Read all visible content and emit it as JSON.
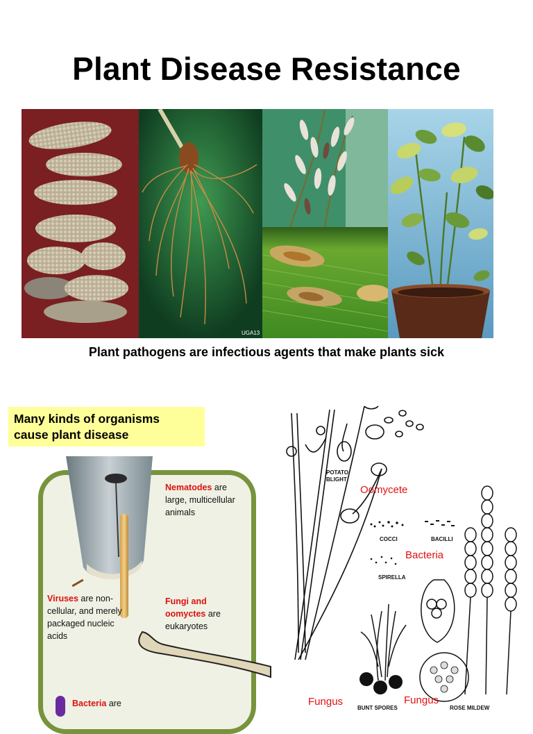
{
  "title": "Plant Disease Resistance",
  "caption": "Plant pathogens are infectious agents that make plants sick",
  "photo_watermark": "UGA13",
  "callout": {
    "line1": "Many kinds of organisms",
    "line2": "cause plant disease"
  },
  "notes": {
    "nematodes": {
      "highlight": "Nematodes",
      "rest": " are large, multicellular animals"
    },
    "viruses": {
      "highlight": "Viruses",
      "rest": " are non-cellular, and merely packaged nucleic acids"
    },
    "fungi": {
      "highlight": "Fungi and oomyctes",
      "rest": " are eukaryotes"
    },
    "bacteria": {
      "highlight": "Bacteria",
      "rest": " are"
    }
  },
  "sketch": {
    "potato_blight": "POTATO BLIGHT",
    "oomycete": "Oomycete",
    "cocci": "COCCI",
    "bacilli": "BACILLI",
    "bacteria": "Bacteria",
    "spirella": "SPIRELLA",
    "fungus_left": "Fungus",
    "bunt_spores": "BUNT SPORES",
    "fungus_right": "Fungus",
    "rose_mildew": "ROSE MILDEW"
  },
  "colors": {
    "highlight_red": "#e01010",
    "panel_border": "#77933c",
    "callout_yellow": "#ffff99"
  }
}
